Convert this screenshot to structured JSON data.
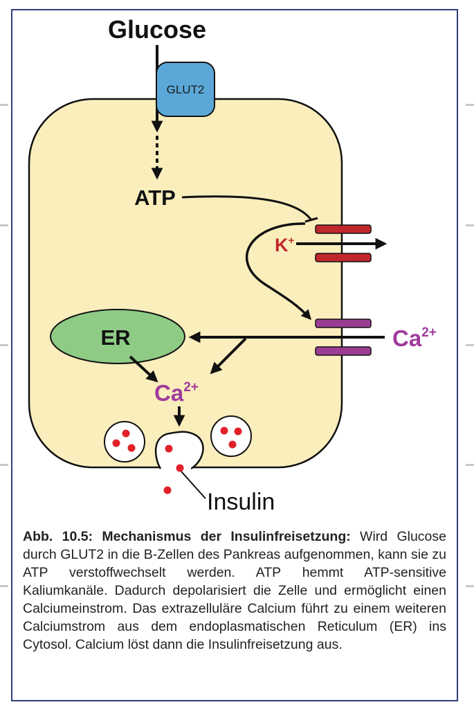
{
  "diagram": {
    "glucose": "Glucose",
    "glut2": "GLUT2",
    "atp": "ATP",
    "k_ion": "K",
    "k_charge": "+",
    "ca_in": "Ca",
    "ca_in_charge": "2+",
    "ca_out": "Ca",
    "ca_out_charge": "2+",
    "er": "ER",
    "insulin": "Insulin"
  },
  "caption": {
    "lead": "Abb. 10.5: Mechanismus der Insulinfreisetzung:",
    "text": " Wird Glucose durch GLUT2 in die B-Zellen des Pankreas aufgenommen, kann sie zu ATP verstoffwechselt werden. ATP hemmt ATP-sensitive Kaliumkanäle. Dadurch depolarisiert die Zelle und ermöglicht einen Calciumeinstrom. Das extrazelluläre Calcium führt zu einem weiteren Calciumstrom aus dem endoplasmatischen Reticulum (ER) ins Cytosol. Calcium löst dann die Insulinfreisetzung aus."
  },
  "colors": {
    "cell": "#faeebd",
    "glut2": "#5ba8d8",
    "er": "#8ecb85",
    "k_channel": "#c0282c",
    "ca_channel": "#9a3d92",
    "calcium_text": "#a03a9c",
    "granule_dot": "#e0212a",
    "frame": "#2d3e7c"
  }
}
